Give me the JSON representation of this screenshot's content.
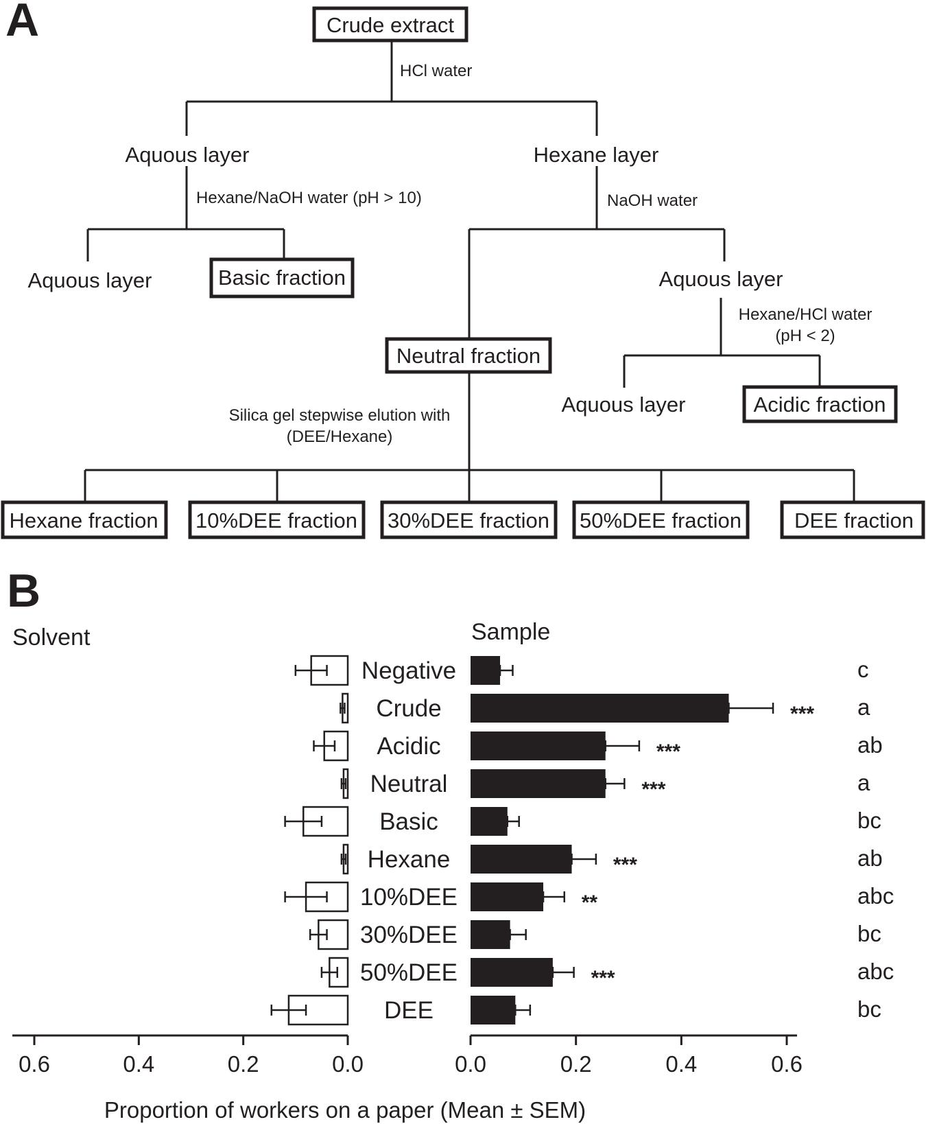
{
  "panel_a": {
    "letter": "A",
    "nodes": {
      "crude": "Crude extract",
      "aq1": "Aquous layer",
      "hex1": "Hexane layer",
      "aq2": "Aquous layer",
      "basic": "Basic fraction",
      "aq3": "Aquous layer",
      "neutral": "Neutral fraction",
      "aq4": "Aquous layer",
      "acidic": "Acidic fraction",
      "f_hexane": "Hexane fraction",
      "f_10": "10%DEE fraction",
      "f_30": "30%DEE fraction",
      "f_50": "50%DEE fraction",
      "f_dee": "DEE fraction"
    },
    "steps": {
      "hcl_water": "HCl water",
      "hexane_naoh": "Hexane/NaOH water (pH > 10)",
      "naoh_water": "NaOH water",
      "hexane_hcl_1": "Hexane/HCl water",
      "hexane_hcl_2": "(pH < 2)",
      "silica_1": "Silica gel stepwise elution with",
      "silica_2": "(DEE/Hexane)"
    }
  },
  "chart_data": {
    "type": "bar",
    "panel_letter": "B",
    "left_heading": "Solvent",
    "right_heading": "Sample",
    "xlabel": "Proportion of workers on a paper  (Mean ± SEM)",
    "xlim": [
      0,
      0.6
    ],
    "ticks": [
      "0.6",
      "0.4",
      "0.2",
      "0.0",
      "0.0",
      "0.2",
      "0.4",
      "0.6"
    ],
    "categories": [
      "Negative",
      "Crude",
      "Acidic",
      "Neutral",
      "Basic",
      "Hexane",
      "10%DEE",
      "30%DEE",
      "50%DEE",
      "DEE"
    ],
    "series": [
      {
        "name": "Solvent",
        "values": [
          0.07,
          0.01,
          0.045,
          0.008,
          0.085,
          0.008,
          0.08,
          0.056,
          0.035,
          0.113
        ],
        "sem": [
          0.03,
          0.004,
          0.02,
          0.004,
          0.035,
          0.004,
          0.04,
          0.016,
          0.015,
          0.033
        ]
      },
      {
        "name": "Sample",
        "values": [
          0.056,
          0.49,
          0.256,
          0.256,
          0.07,
          0.192,
          0.138,
          0.075,
          0.156,
          0.085
        ],
        "sem": [
          0.024,
          0.084,
          0.064,
          0.036,
          0.022,
          0.046,
          0.04,
          0.03,
          0.04,
          0.028
        ]
      }
    ],
    "significance": [
      "",
      "***",
      "***",
      "***",
      "",
      "***",
      "**",
      "",
      "***",
      ""
    ],
    "group_letters": [
      "c",
      "a",
      "ab",
      "a",
      "bc",
      "ab",
      "abc",
      "bc",
      "abc",
      "bc"
    ]
  }
}
